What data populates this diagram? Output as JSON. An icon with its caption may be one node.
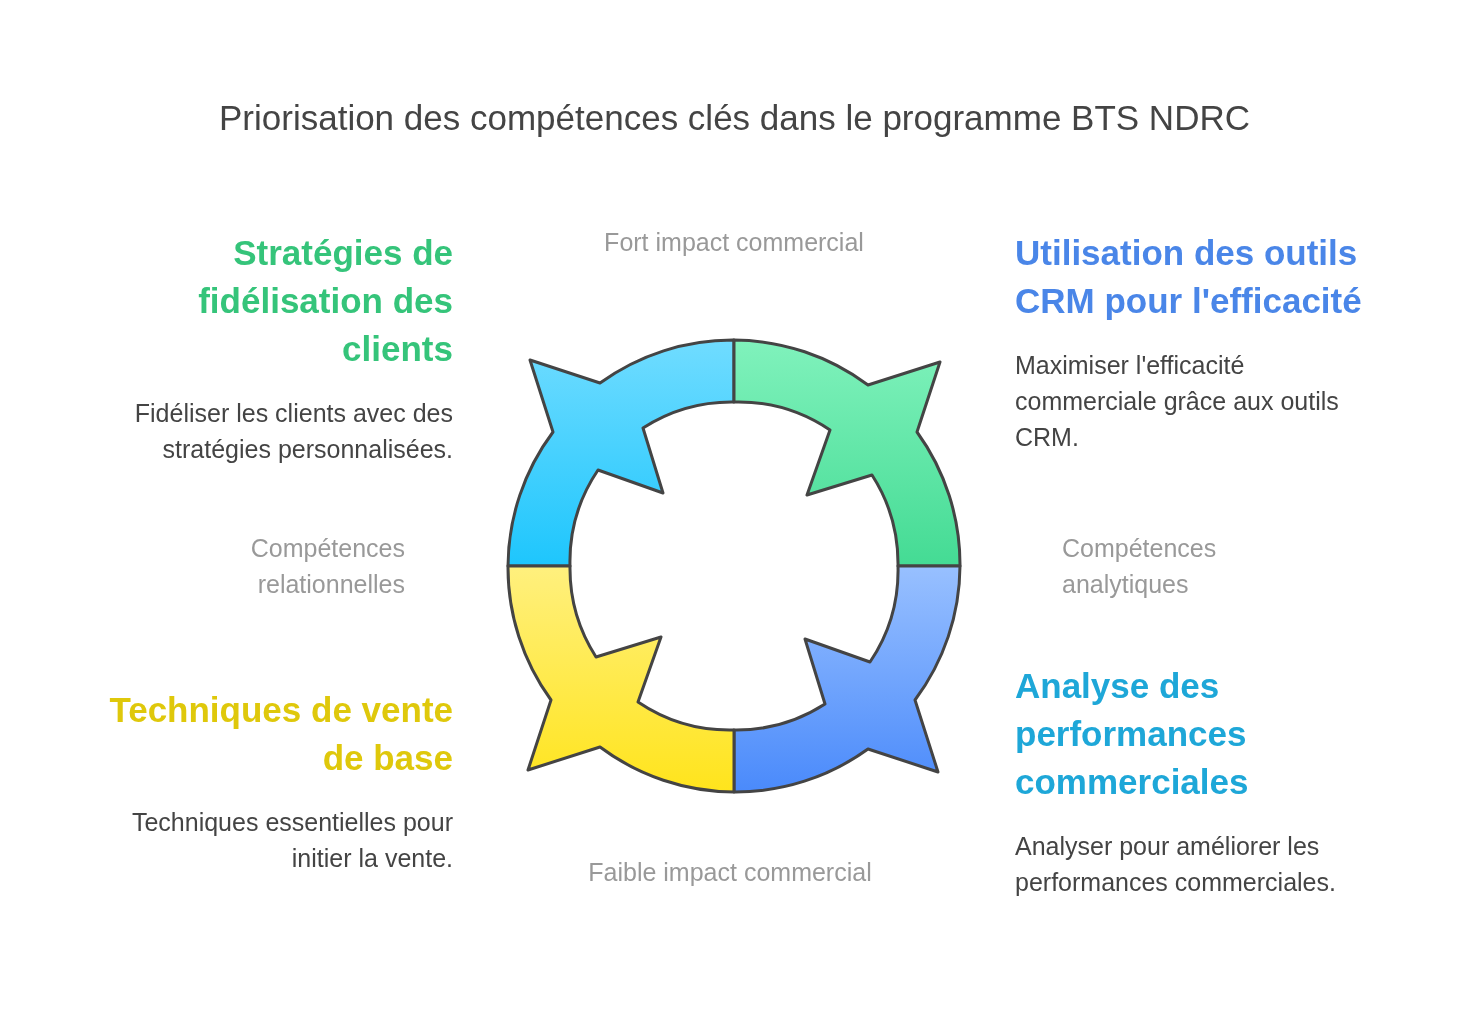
{
  "diagram": {
    "title": "Priorisation des compétences clés dans le programme BTS NDRC",
    "nodes": [
      {
        "text": [
          "Stratégies de fidélisation des clients",
          "Fidéliser les clients avec des stratégies personnalisées."
        ]
      },
      {
        "text": [
          "Utilisation des outils CRM pour l'efficacité",
          "Maximiser l'efficacité commerciale grâce aux outils CRM."
        ]
      },
      {
        "text": [
          "Techniques de vente de base",
          "Techniques essentielles pour initier la vente."
        ]
      },
      {
        "text": [
          "Analyse des performances commerciales",
          "Analyser pour améliorer les performances commerciales."
        ]
      }
    ],
    "labels": [
      "Fort impact commercial",
      "Compétences relationnelles",
      "Compétences analytiques",
      "Faible impact commercial"
    ]
  }
}
